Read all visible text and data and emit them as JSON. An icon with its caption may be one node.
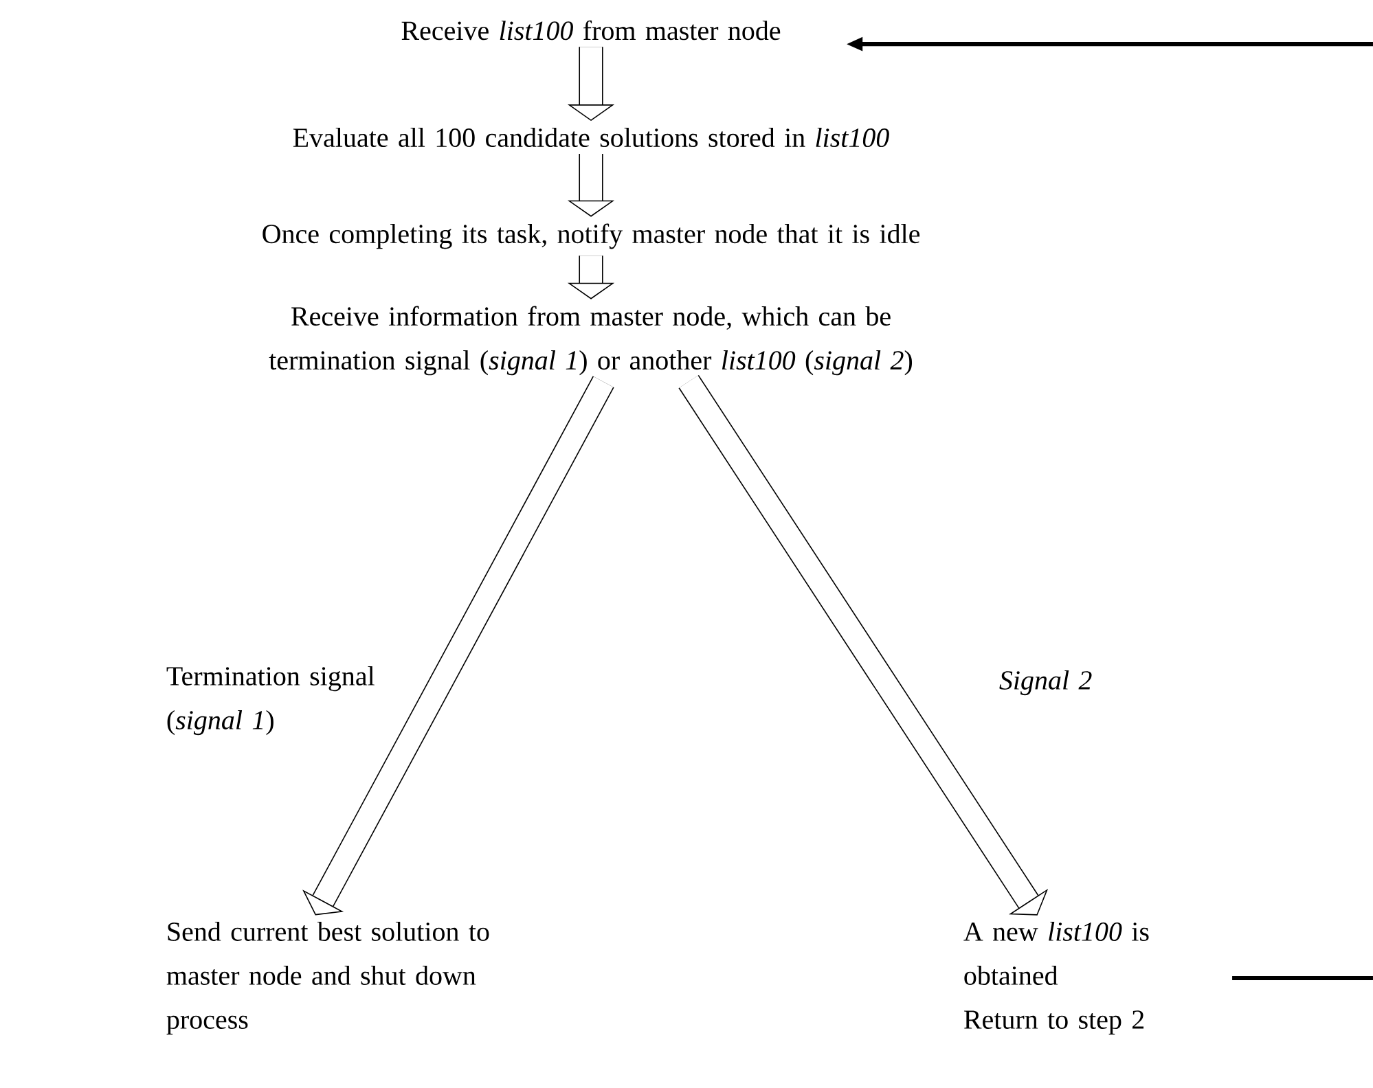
{
  "diagram": {
    "nodes": [
      {
        "text": [
          "Receive *list100* from master node"
        ]
      },
      {
        "text": [
          "Evaluate all 100 candidate solutions stored in *list100*"
        ]
      },
      {
        "text": [
          "Once completing its task, notify master node that it is idle"
        ]
      },
      {
        "text": [
          "Receive information from master node, which can be termination signal (*signal 1*) or another *list100* (*signal 2*)"
        ]
      },
      {
        "text": [
          "Send current best solution to master node and shut down process"
        ]
      },
      {
        "text": [
          "A new *list100* is obtained",
          "Return to step 2"
        ]
      }
    ],
    "edges": [
      {
        "from": 0,
        "to": 1,
        "arrow": "to"
      },
      {
        "from": 1,
        "to": 2,
        "arrow": "to"
      },
      {
        "from": 2,
        "to": 3,
        "arrow": "to"
      },
      {
        "from": 3,
        "to": 4,
        "arrow": "to",
        "label": "Termination signal (*signal 1*)"
      },
      {
        "from": 3,
        "to": 5,
        "arrow": "to",
        "label": "Signal 2"
      },
      {
        "from": 5,
        "to": 0,
        "arrow": "to"
      }
    ]
  }
}
